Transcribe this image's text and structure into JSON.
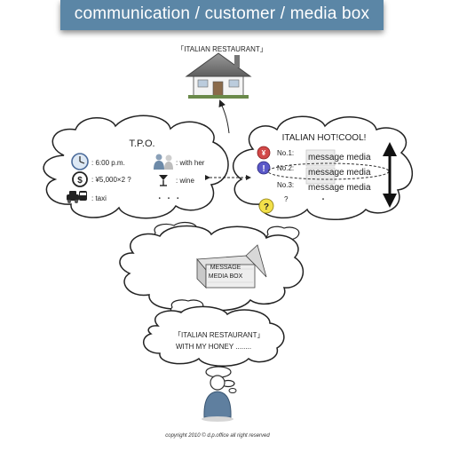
{
  "header": {
    "title": "communication / customer / media box"
  },
  "destination": {
    "label": "「ITALIAN RESTAURANT」"
  },
  "tpo": {
    "title": "T.P.O.",
    "time": ": 6:00 p.m.",
    "budget": ": ¥5,000×2 ?",
    "transport": ": taxi",
    "companion": ": with her",
    "drink": ": wine",
    "more": "・ ・ ・"
  },
  "ranking": {
    "title": "ITALIAN  HOT!COOL!",
    "items": [
      {
        "rank": "No.1:",
        "text": "message media"
      },
      {
        "rank": "No.2:",
        "text": "message media"
      },
      {
        "rank": "No.3:",
        "text": "message media"
      }
    ],
    "unknown": "?",
    "more": "・"
  },
  "media_box": {
    "line1": "MESSAGE",
    "line2": "MEDIA BOX"
  },
  "thought": {
    "line1": "「ITALIAN RESTAURANT」",
    "line2": "WITH MY HONEY ........"
  },
  "footer": {
    "copyright": "copyright 2010 © d.p.office all right reserved"
  },
  "icons": {
    "yen_symbol": "¥",
    "alert_symbol": "!",
    "dollar_symbol": "$"
  }
}
